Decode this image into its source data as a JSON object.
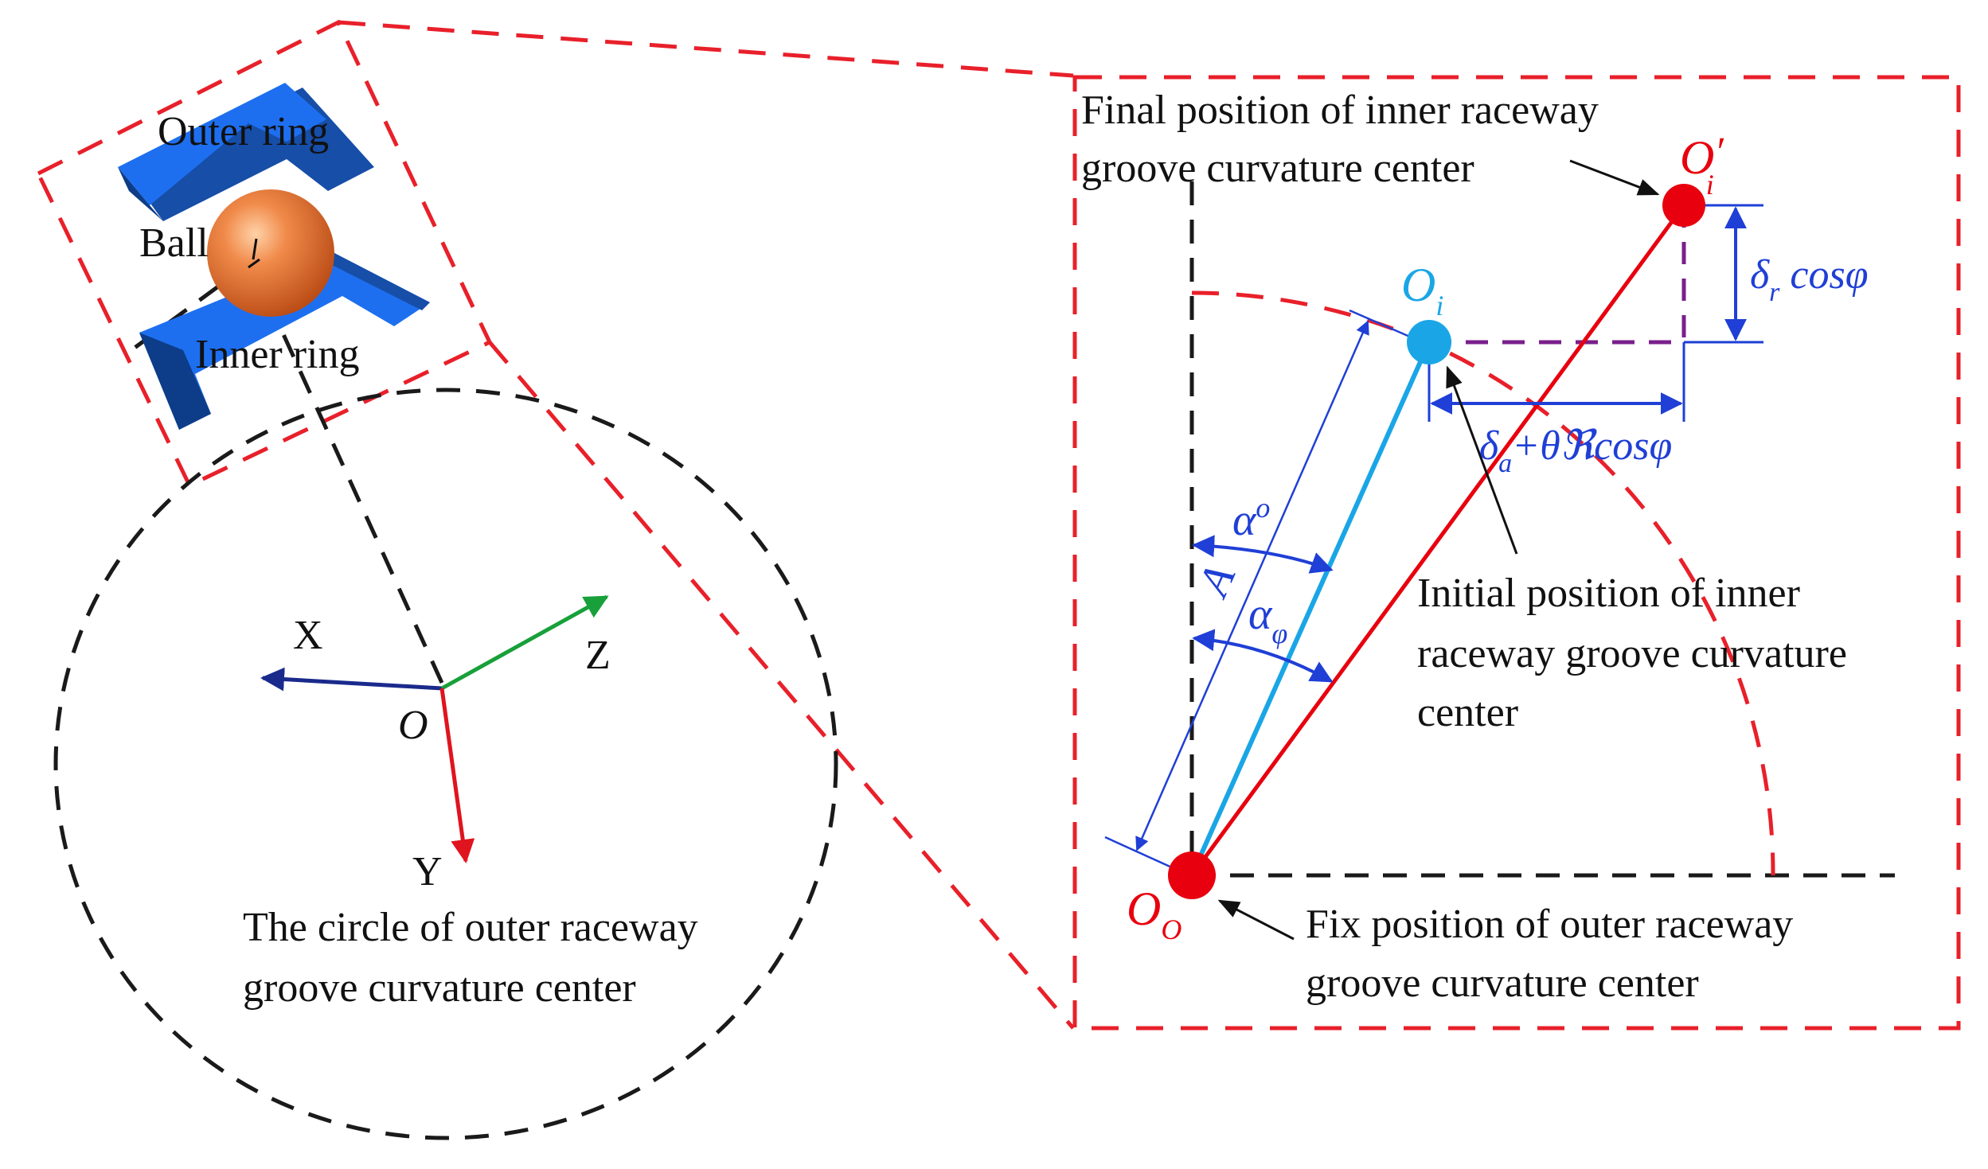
{
  "left_panel": {
    "outer_ring_label": "Outer ring",
    "ball_label": "Ball",
    "inner_ring_label": "Inner ring",
    "axis_x_label": "X",
    "axis_y_label": "Y",
    "axis_z_label": "Z",
    "origin_label": "O",
    "circle_caption_line1": "The circle of outer raceway",
    "circle_caption_line2": "groove curvature center"
  },
  "right_panel": {
    "final_position_line1": "Final position of inner raceway",
    "final_position_line2": "groove curvature center",
    "initial_position_line1": "Initial position of inner",
    "initial_position_line2": "raceway groove curvature",
    "initial_position_line3": "center",
    "fix_position_line1": "Fix position of outer raceway",
    "fix_position_line2": "groove curvature center",
    "symbols": {
      "oi_prime_main": "O",
      "oi_prime_mark": "′",
      "oi_prime_sub": "i",
      "oi_main": "O",
      "oi_sub": "i",
      "oo_main": "O",
      "oo_sub": "O",
      "delta_r_main": "δ",
      "delta_r_sub": "r",
      "delta_r_rest": " cosφ",
      "delta_a_main": "δ",
      "delta_a_sub": "a",
      "delta_a_rest": "+θℜcosφ",
      "alpha_o_main": "α",
      "alpha_o_sup": "o",
      "alpha_phi_main": "α",
      "alpha_phi_sub": "φ",
      "a_label": "A"
    }
  },
  "colors": {
    "dash_red": "#e8202a",
    "dash_black": "#1a1a1a",
    "point_red": "#e8000e",
    "point_blue": "#1aa6e6",
    "annot_blue": "#1f3fd6",
    "purple": "#7a1f8c",
    "ring_blue": "#1e6ff0",
    "ball_orange": "#e8733a",
    "axis_x": "#1a2a8c",
    "axis_y": "#e0141e",
    "axis_z": "#18a03a"
  }
}
